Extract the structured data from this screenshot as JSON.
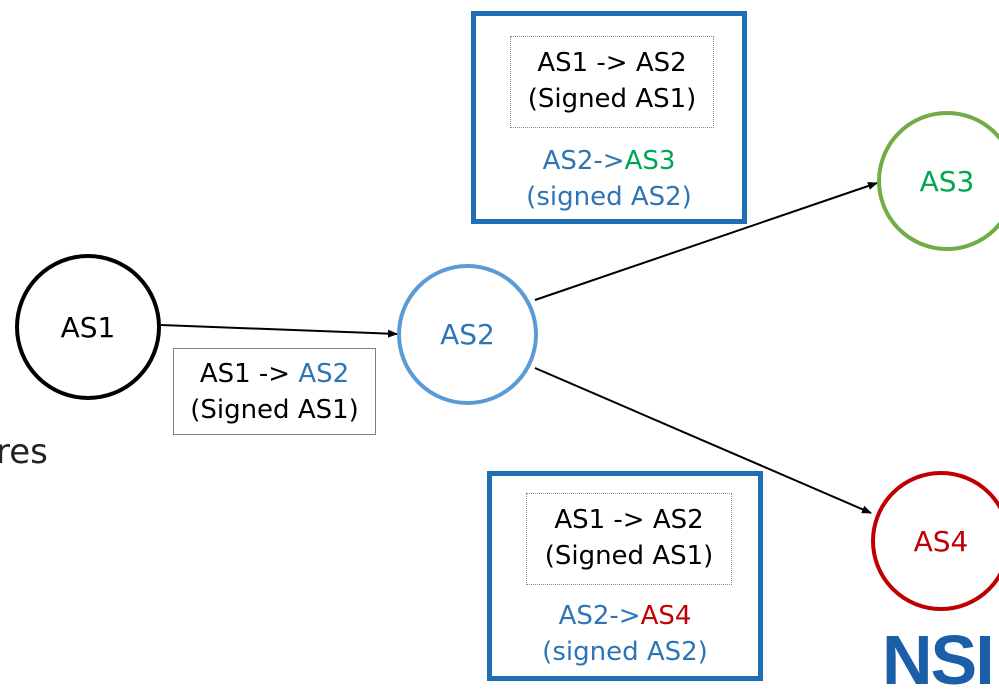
{
  "nodes": {
    "as1": "AS1",
    "as2": "AS2",
    "as3": "AS3",
    "as4": "AS4"
  },
  "edge_label": {
    "line1_prefix": "AS1 -> ",
    "line1_target": "AS2",
    "line2": "(Signed AS1)"
  },
  "box_top": {
    "inner_line1": "AS1 -> AS2",
    "inner_line2": "(Signed AS1)",
    "line3_prefix": "AS2->",
    "line3_target": "AS3",
    "line4": "(signed AS2)"
  },
  "box_bottom": {
    "inner_line1": "AS1 -> AS2",
    "inner_line2": "(Signed AS1)",
    "line3_prefix": "AS2->",
    "line3_target": "AS4",
    "line4": "(signed AS2)"
  },
  "partial_left_text": "res",
  "partial_logo_text": "NSI",
  "colors": {
    "as1": "#000000",
    "as2": "#5b9bd5",
    "as3": "#70ad47",
    "as4": "#c00000",
    "box_border": "#1f6fb5"
  }
}
